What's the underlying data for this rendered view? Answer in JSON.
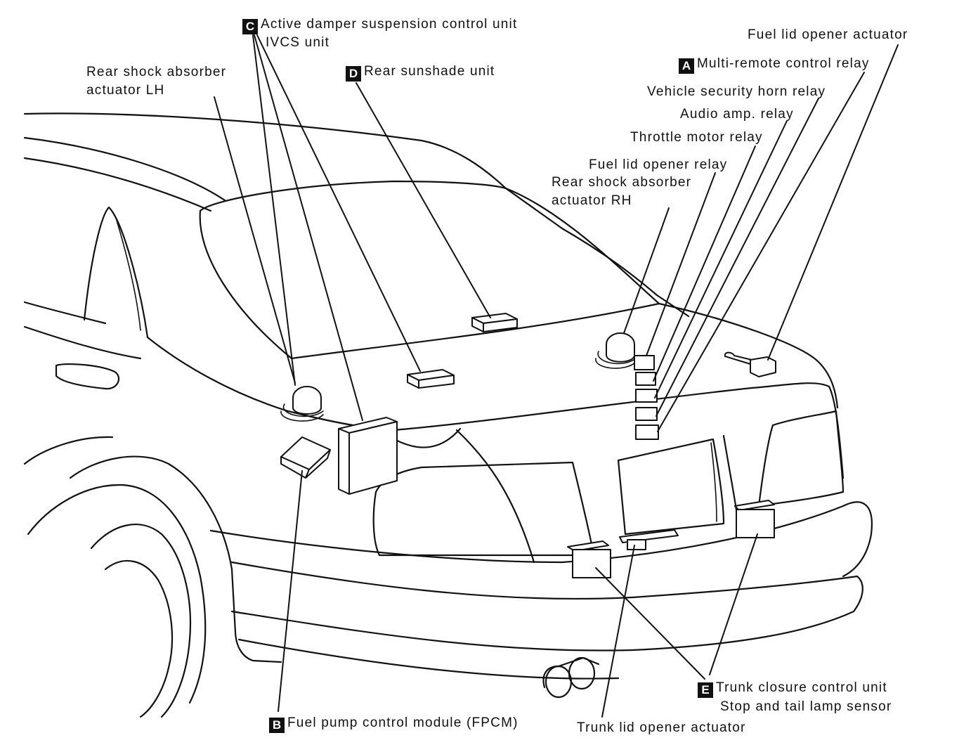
{
  "labels": {
    "active_damper": "Active damper suspension control unit",
    "ivcs": "IVCS unit",
    "rear_sunshade": "Rear sunshade unit",
    "rear_shock_lh_1": "Rear shock absorber",
    "rear_shock_lh_2": "actuator LH",
    "fuel_lid_actuator": "Fuel lid opener actuator",
    "multi_remote": "Multi-remote control relay",
    "vehicle_security": "Vehicle security horn relay",
    "audio_amp": "Audio amp. relay",
    "throttle_motor": "Throttle motor relay",
    "fuel_lid_relay": "Fuel lid opener relay",
    "rear_shock_rh_1": "Rear shock absorber",
    "rear_shock_rh_2": "actuator RH",
    "trunk_closure": "Trunk closure control unit",
    "stop_tail": "Stop and tail lamp sensor",
    "trunk_lid_actuator": "Trunk lid opener actuator",
    "fpcm": "Fuel pump control module (FPCM)"
  },
  "badges": {
    "a": "A",
    "b": "B",
    "c": "C",
    "d": "D",
    "e": "E"
  }
}
